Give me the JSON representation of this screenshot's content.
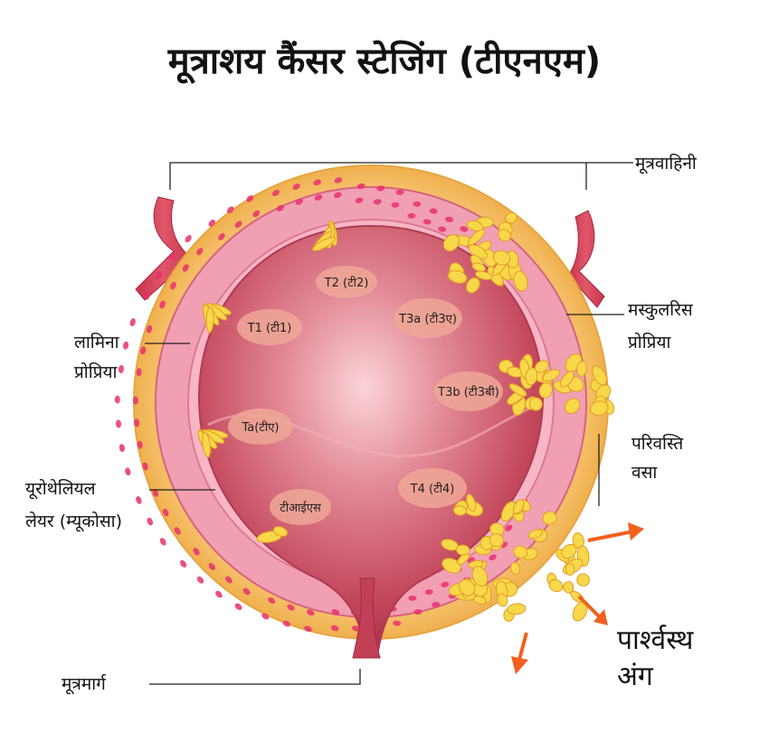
{
  "title": "मूत्राशय कैंसर स्टेजिंग (टीएनएम)",
  "labels": {
    "ureter": "मूत्रवाहिनी",
    "muscularis_line1": "मस्कुलरिस",
    "muscularis_line2": "प्रोप्रिया",
    "lamina_line1": "लामिना",
    "lamina_line2": "प्रोप्रिया",
    "perivesical_line1": "परिवस्ति",
    "perivesical_line2": "वसा",
    "urothelial_line1": "यूरोथेलियल",
    "urothelial_line2": "लेयर (म्यूकोसा)",
    "adjacent_line1": "पार्श्वस्थ",
    "adjacent_line2": "अंग",
    "urethra": "मूत्रमार्ग"
  },
  "stages": {
    "t2": "T2 (टी2)",
    "t1": "T1 (टी1)",
    "t3a": "T3a (टी3ए)",
    "t3b": "T3b (टी3बी)",
    "ta": "Ta(टीए)",
    "t4": "T4 (टी4)",
    "tis": "टीआईएस"
  },
  "colors": {
    "fat": "#f5c06a",
    "muscle": "#ec8aa3",
    "muscle_dots": "#e8306f",
    "lumen": "#c04a5e",
    "tumor": "#f7d84a",
    "arrow": "#f2601d"
  }
}
